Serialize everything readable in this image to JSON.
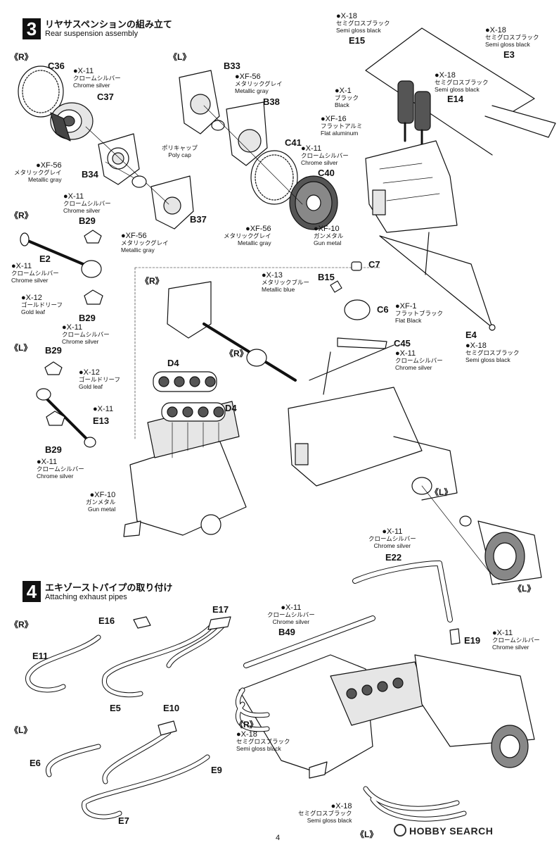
{
  "step3": {
    "number": "3",
    "title_jp": "リヤサスペンションの組み立て",
    "title_en": "Rear suspension assembly"
  },
  "step4": {
    "number": "4",
    "title_jp": "エキゾーストパイプの取り付け",
    "title_en": "Attaching exhaust pipes"
  },
  "sides": {
    "R": "《R》",
    "L": "《L》"
  },
  "parts": {
    "C36": "C36",
    "C37": "C37",
    "B33": "B33",
    "B38": "B38",
    "B34": "B34",
    "B37": "B37",
    "C41": "C41",
    "C40": "C40",
    "B29": "B29",
    "E2": "E2",
    "E13": "E13",
    "D4": "D4",
    "B15": "B15",
    "C7": "C7",
    "C6": "C6",
    "C45": "C45",
    "E15": "E15",
    "E3": "E3",
    "E14": "E14",
    "E4": "E4",
    "E22": "E22",
    "E16": "E16",
    "E17": "E17",
    "E11": "E11",
    "E5": "E5",
    "E10": "E10",
    "E6": "E6",
    "E9": "E9",
    "E7": "E7",
    "B49": "B49",
    "E19": "E19"
  },
  "paints": {
    "chrome_silver": {
      "num": "●X-11",
      "jp": "クロームシルバー",
      "en": "Chrome silver"
    },
    "chrome_silver_fs": {
      "num": "●X-11",
      "jp": "クロームシルバー",
      "en": "Chrome silver"
    },
    "metallic_gray": {
      "num": "●XF-56",
      "jp": "メタリックグレイ",
      "en": "Metallic gray"
    },
    "gold_leaf": {
      "num": "●X-12",
      "jp": "ゴールドリーフ",
      "en": "Gold leaf"
    },
    "gun_metal": {
      "num": "●XF-10",
      "jp": "ガンメタル",
      "en": "Gun metal"
    },
    "metallic_blue": {
      "num": "●X-13",
      "jp": "メタリックブルー",
      "en": "Metallic blue"
    },
    "flat_black": {
      "num": "●XF-1",
      "jp": "フラットブラック",
      "en": "Flat Black"
    },
    "semi_gloss_black": {
      "num": "●X-18",
      "jp": "セミグロスブラック",
      "en": "Semi gloss black"
    },
    "black": {
      "num": "●X-1",
      "jp": "ブラック",
      "en": "Black"
    },
    "flat_aluminum": {
      "num": "●XF-16",
      "jp": "フラットアルミ",
      "en": "Flat aluminum"
    }
  },
  "poly_cap": {
    "jp": "ポリキャップ",
    "en": "Poly cap"
  },
  "x11_short": "●X-11",
  "watermark": "HOBBY SEARCH",
  "page_number": "4",
  "colors": {
    "ink": "#111111",
    "paper": "#ffffff",
    "fill": "#e6e6e6"
  }
}
